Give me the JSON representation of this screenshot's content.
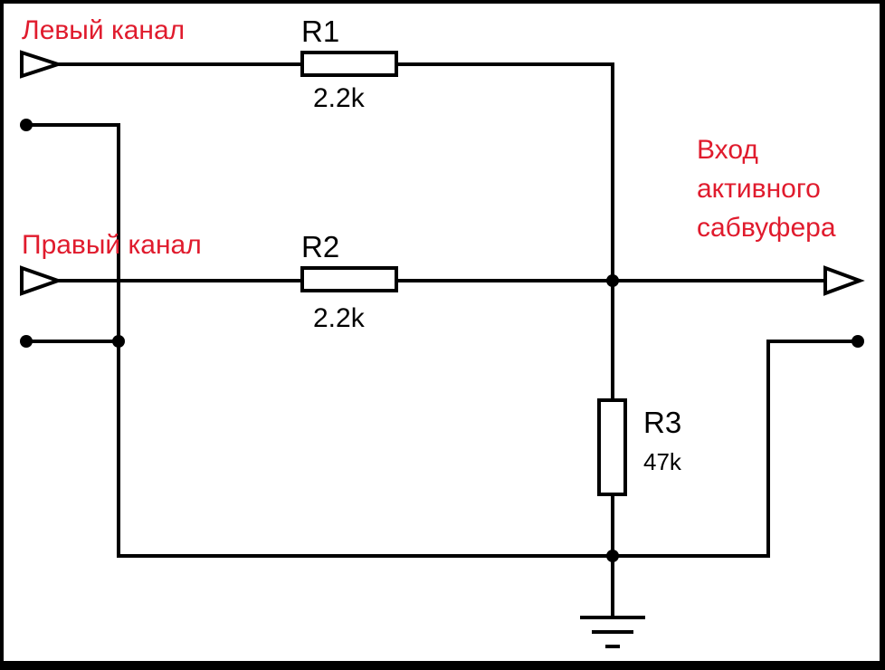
{
  "labels": {
    "left_channel": "Левый канал",
    "right_channel": "Правый канал",
    "output_line1": "Вход",
    "output_line2": "активного",
    "output_line3": "сабвуфера"
  },
  "components": {
    "r1": {
      "designator": "R1",
      "value": "2.2k"
    },
    "r2": {
      "designator": "R2",
      "value": "2.2k"
    },
    "r3": {
      "designator": "R3",
      "value": "47k"
    }
  },
  "colors": {
    "label_red": "#e01b2d",
    "wire": "#000000",
    "background": "#ffffff",
    "frame": "#000000"
  }
}
